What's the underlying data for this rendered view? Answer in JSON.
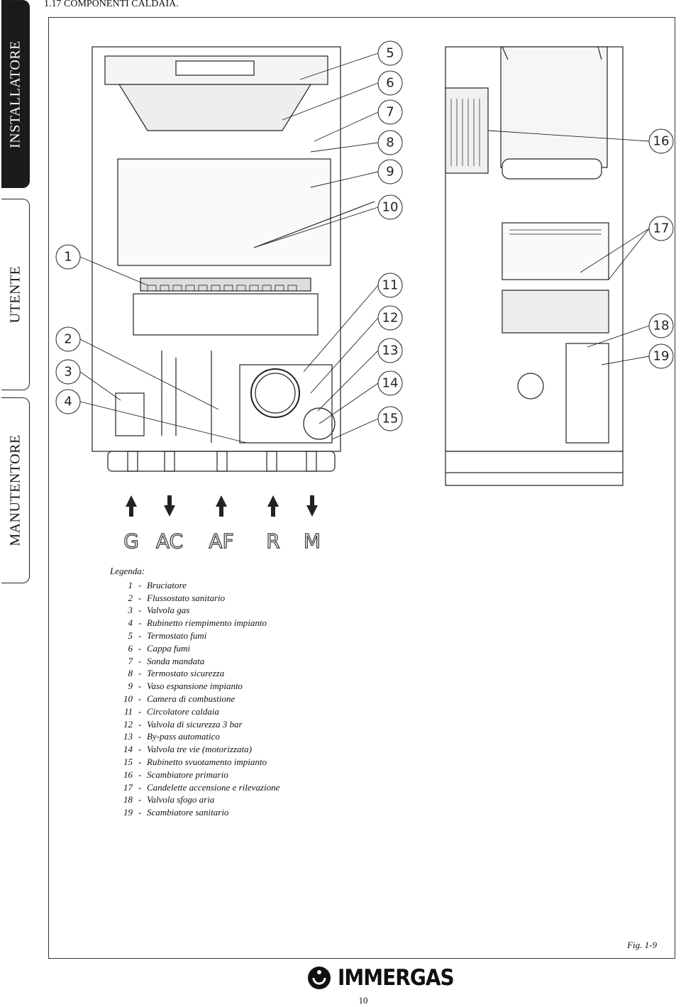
{
  "side_tabs": {
    "installatore": "INSTALLATORE",
    "utente": "UTENTE",
    "manutentore": "MANUTENTORE"
  },
  "heading": "1.17 COMPONENTI CALDAIA.",
  "callouts": [
    "1",
    "2",
    "3",
    "4",
    "5",
    "6",
    "7",
    "8",
    "9",
    "10",
    "11",
    "12",
    "13",
    "14",
    "15",
    "16",
    "17",
    "18",
    "19"
  ],
  "connections": [
    "G",
    "AC",
    "AF",
    "R",
    "M"
  ],
  "legend": {
    "title": "Legenda:",
    "items": [
      {
        "num": "1",
        "label": "Bruciatore"
      },
      {
        "num": "2",
        "label": "Flussostato sanitario"
      },
      {
        "num": "3",
        "label": "Valvola gas"
      },
      {
        "num": "4",
        "label": "Rubinetto riempimento impianto"
      },
      {
        "num": "5",
        "label": "Termostato fumi"
      },
      {
        "num": "6",
        "label": "Cappa fumi"
      },
      {
        "num": "7",
        "label": "Sonda mandata"
      },
      {
        "num": "8",
        "label": "Termostato sicurezza"
      },
      {
        "num": "9",
        "label": "Vaso espansione impianto"
      },
      {
        "num": "10",
        "label": "Camera di combustione"
      },
      {
        "num": "11",
        "label": "Circolatore caldaia"
      },
      {
        "num": "12",
        "label": "Valvola di sicurezza 3 bar"
      },
      {
        "num": "13",
        "label": "By-pass automatico"
      },
      {
        "num": "14",
        "label": "Valvola tre vie (motorizzata)"
      },
      {
        "num": "15",
        "label": "Rubinetto svuotamento impianto"
      },
      {
        "num": "16",
        "label": "Scambiatore primario"
      },
      {
        "num": "17",
        "label": "Candelette accensione e rilevazione"
      },
      {
        "num": "18",
        "label": "Valvola sfogo aria"
      },
      {
        "num": "19",
        "label": "Scambiatore sanitario"
      }
    ]
  },
  "figure_caption": "Fig. 1-9",
  "brand": "IMMERGAS",
  "page_number": "10"
}
